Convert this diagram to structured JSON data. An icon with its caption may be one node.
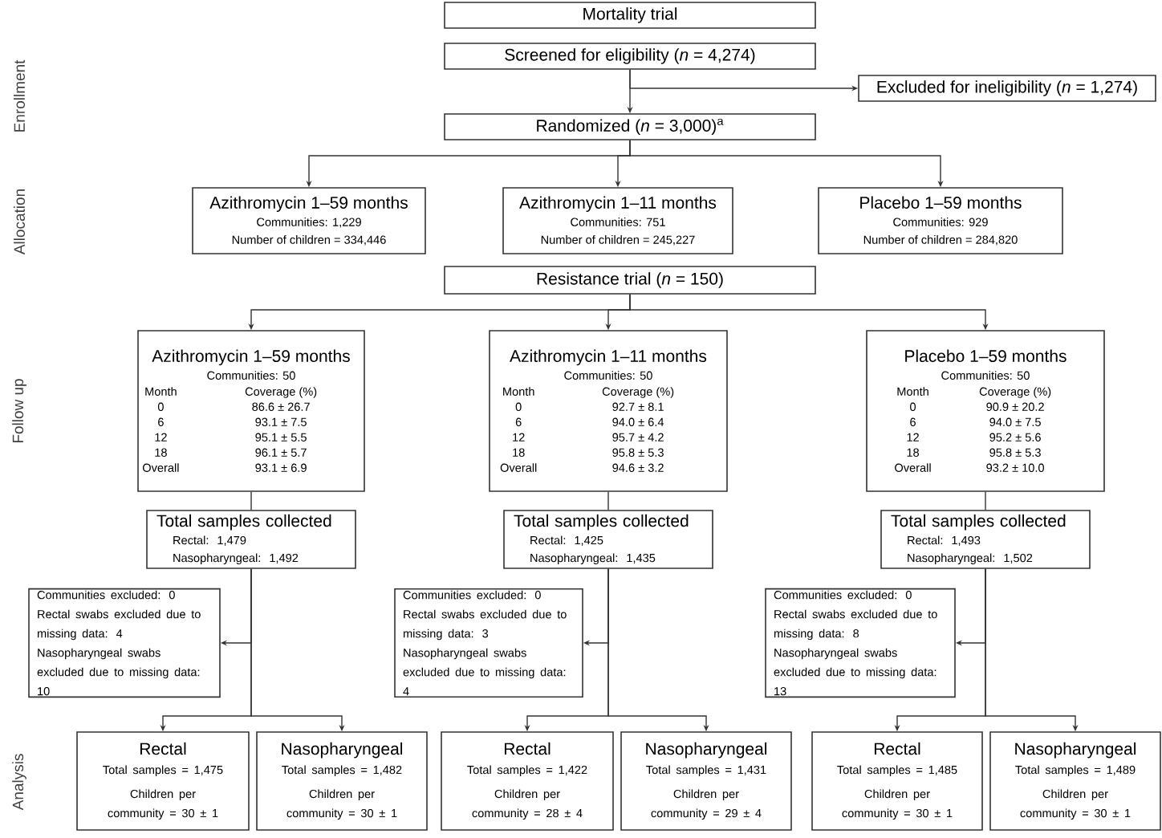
{
  "diagram": {
    "nodes": [
      {
        "text": [
          "Mortality trial"
        ]
      },
      {
        "text": [
          "Screened for eligibility (*n* = 4,274)"
        ]
      },
      {
        "text": [
          "Excluded for ineligibility (*n* = 1,274)"
        ]
      },
      {
        "text": [
          "Randomized (*n* = 3,000)$^{a}$"
        ]
      },
      {
        "text": [
          "Azithromycin 1–59 months",
          "Communities: 1,229",
          "Number of children = 334,446"
        ]
      },
      {
        "text": [
          "Azithromycin 1–11 months",
          "Communities: 751",
          "Number of children = 245,227"
        ]
      },
      {
        "text": [
          "Placebo 1–59 months",
          "Communities: 929",
          "Number of children = 284,820"
        ]
      },
      {
        "text": [
          "Resistance trial (*n* = 150)"
        ]
      },
      {
        "text": [
          "Azithromycin 1–59 months",
          "Communities: 50",
          "Month",
          "Coverage (%)",
          "0",
          "86.6 ± 26.7",
          "6",
          "93.1 ± 7.5",
          "12",
          "95.1 ± 5.5",
          "18",
          "96.1 ± 5.7",
          "Overall",
          "93.1 ± 6.9"
        ]
      },
      {
        "text": [
          "Azithromycin 1–11 months",
          "Communities: 50",
          "Month",
          "Coverage (%)",
          "0",
          "92.7 ± 8.1",
          "6",
          "94.0 ± 6.4",
          "12",
          "95.7 ± 4.2",
          "18",
          "95.8 ± 5.3",
          "Overall",
          "94.6 ± 3.2"
        ]
      },
      {
        "text": [
          "Placebo 1–59 months",
          "Communities: 50",
          "Month",
          "Coverage (%)",
          "0",
          "90.9 ± 20.2",
          "6",
          "94.0 ± 7.5",
          "12",
          "95.2 ± 5.6",
          "18",
          "95.8 ± 5.3",
          "Overall",
          "93.2 ± 10.0"
        ]
      },
      {
        "text": [
          "Total samples collected",
          "Rectal: 1,479",
          "Nasopharyngeal: 1,492"
        ]
      },
      {
        "text": [
          "Total samples collected",
          "Rectal: 1,425",
          "Nasopharyngeal: 1,435"
        ]
      },
      {
        "text": [
          "Total samples collected",
          "Rectal: 1,493",
          "Nasopharyngeal: 1,502"
        ]
      },
      {
        "text": [
          "Communities excluded: 0",
          "Rectal swabs excluded due to missing data: 4",
          "Nasopharyngeal swabs excluded due to missing data: 10"
        ]
      },
      {
        "text": [
          "Communities excluded: 0",
          "Rectal swabs excluded due to missing data: 3",
          "Nasopharyngeal swabs excluded due to missing data: 4"
        ]
      },
      {
        "text": [
          "Communities excluded: 0",
          "Rectal swabs excluded due to missing data: 8",
          "Nasopharyngeal swabs excluded due to missing data: 13"
        ]
      },
      {
        "text": [
          "Rectal",
          "Total samples = 1,475",
          "Children per community = 30 ± 1"
        ]
      },
      {
        "text": [
          "Nasopharyngeal",
          "Total samples = 1,482",
          "Children per community = 30 ± 1"
        ]
      },
      {
        "text": [
          "Rectal",
          "Total samples = 1,422",
          "Children per community = 28 ± 4"
        ]
      },
      {
        "text": [
          "Nasopharyngeal",
          "Total samples = 1,431",
          "Children per community = 29 ± 4"
        ]
      },
      {
        "text": [
          "Rectal",
          "Total samples = 1,485",
          "Children per community = 30 ± 1"
        ]
      },
      {
        "text": [
          "Nasopharyngeal",
          "Total samples = 1,489",
          "Children per community = 30 ± 1"
        ]
      }
    ],
    "edges": [
      {
        "from": 1,
        "to": 3,
        "arrow": "to"
      },
      {
        "from": 1,
        "to": 2,
        "arrow": "to"
      },
      {
        "from": 3,
        "to": 4,
        "arrow": "to"
      },
      {
        "from": 3,
        "to": 5,
        "arrow": "to"
      },
      {
        "from": 3,
        "to": 6,
        "arrow": "to"
      },
      {
        "from": 7,
        "to": 8,
        "arrow": "to"
      },
      {
        "from": 7,
        "to": 9,
        "arrow": "to"
      },
      {
        "from": 7,
        "to": 10,
        "arrow": "to"
      },
      {
        "from": 8,
        "to": 11,
        "arrow": "none"
      },
      {
        "from": 9,
        "to": 12,
        "arrow": "none"
      },
      {
        "from": 10,
        "to": 13,
        "arrow": "none"
      },
      {
        "from": 11,
        "to": 14,
        "arrow": "to"
      },
      {
        "from": 12,
        "to": 15,
        "arrow": "to"
      },
      {
        "from": 13,
        "to": 16,
        "arrow": "to"
      },
      {
        "from": 11,
        "to": 17,
        "arrow": "to"
      },
      {
        "from": 11,
        "to": 18,
        "arrow": "to"
      },
      {
        "from": 12,
        "to": 19,
        "arrow": "to"
      },
      {
        "from": 12,
        "to": 20,
        "arrow": "to"
      },
      {
        "from": 13,
        "to": 21,
        "arrow": "to"
      },
      {
        "from": 13,
        "to": 22,
        "arrow": "to"
      }
    ],
    "labels": [
      "Enrollment",
      "Allocation",
      "Follow up",
      "Analysis"
    ]
  }
}
